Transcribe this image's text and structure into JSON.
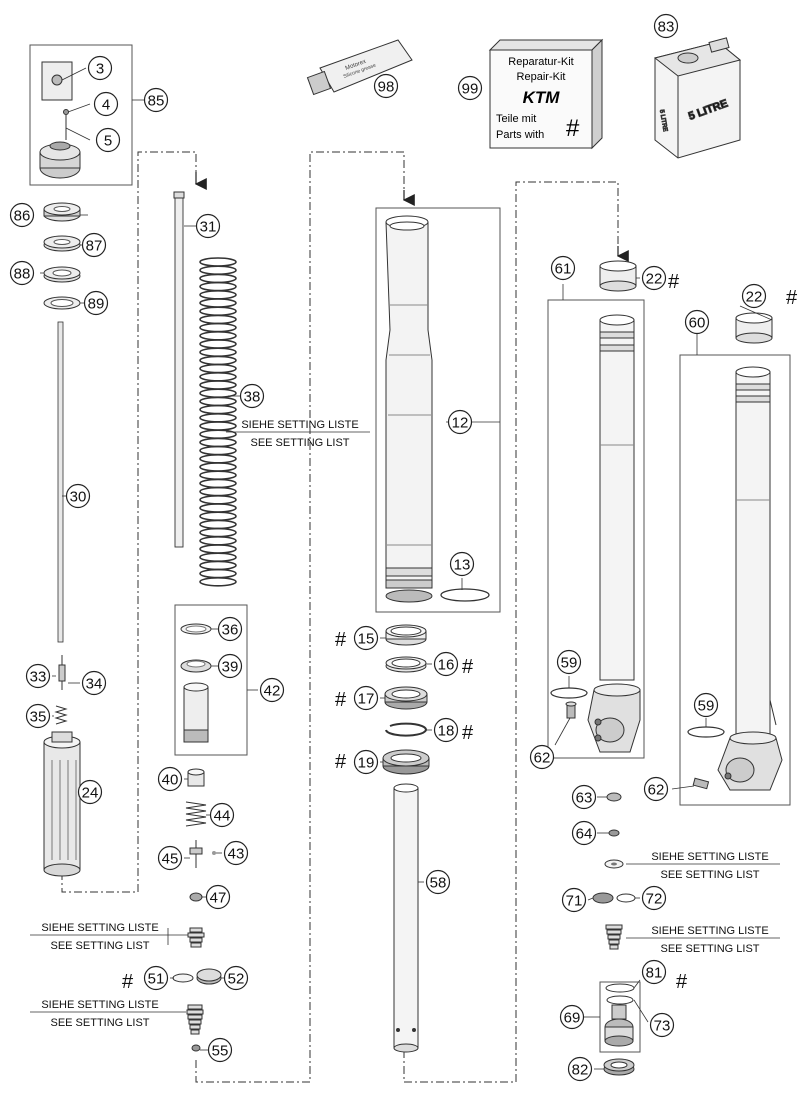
{
  "callouts": {
    "c3": "3",
    "c4": "4",
    "c5": "5",
    "c85": "85",
    "c86": "86",
    "c87": "87",
    "c88": "88",
    "c89": "89",
    "c30": "30",
    "c33": "33",
    "c34": "34",
    "c35": "35",
    "c24": "24",
    "c31": "31",
    "c38": "38",
    "c36": "36",
    "c39": "39",
    "c42": "42",
    "c40": "40",
    "c44": "44",
    "c45": "45",
    "c43": "43",
    "c47": "47",
    "c51": "51",
    "c52": "52",
    "c55": "55",
    "c98": "98",
    "c99": "99",
    "c83": "83",
    "c12": "12",
    "c13": "13",
    "c15": "15",
    "c16": "16",
    "c17": "17",
    "c18": "18",
    "c19": "19",
    "c58": "58",
    "c61": "61",
    "c22a": "22",
    "c60": "60",
    "c22b": "22",
    "c59a": "59",
    "c59b": "59",
    "c62a": "62",
    "c62b": "62",
    "c63": "63",
    "c64": "64",
    "c71": "71",
    "c72": "72",
    "c81": "81",
    "c69": "69",
    "c73": "73",
    "c82": "82"
  },
  "hash_symbol": "#",
  "setting_notes": {
    "de": "SIEHE SETTING LISTE",
    "en": "SEE SETTING LIST"
  },
  "repair_kit": {
    "line1": "Reparatur-Kit",
    "line2": "Repair-Kit",
    "brand": "KTM",
    "line3": "Teile mit",
    "line4": "Parts with",
    "symbol": "#"
  },
  "oil_can": {
    "label": "5 LITRE"
  },
  "grease_tube": {
    "label1": "Motorex",
    "label2": "Silicone grease"
  }
}
